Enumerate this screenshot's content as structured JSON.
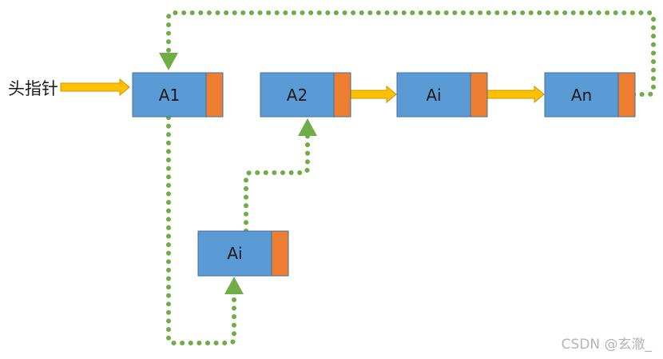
{
  "head_pointer_label": "头指针",
  "nodes": [
    {
      "id": "a1",
      "label": "A1"
    },
    {
      "id": "a2",
      "label": "A2"
    },
    {
      "id": "ai-top",
      "label": "Ai"
    },
    {
      "id": "an",
      "label": "An"
    },
    {
      "id": "ai-inserted",
      "label": "Ai"
    }
  ],
  "colors": {
    "node_data": "#5b9bd5",
    "node_pointer": "#ed7d31",
    "arrow_solid": "#ffc000",
    "arrow_dotted": "#70ad47"
  },
  "watermark": "CSDN @玄澈_"
}
